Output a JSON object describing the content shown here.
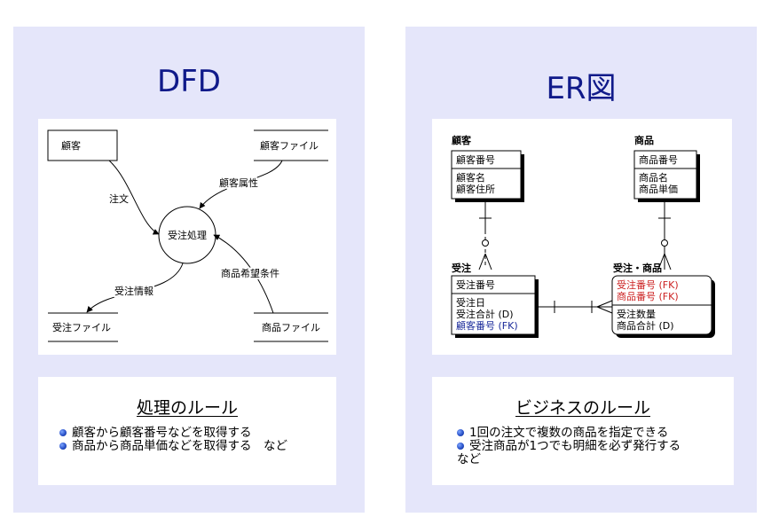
{
  "dfd": {
    "title": "DFD",
    "external_customer": "顧客",
    "store_customer_file": "顧客ファイル",
    "process": "受注処理",
    "store_order_file": "受注ファイル",
    "store_product_file": "商品ファイル",
    "flow_order": "注文",
    "flow_customer_attr": "顧客属性",
    "flow_order_info": "受注情報",
    "flow_product_cond": "商品希望条件"
  },
  "dfd_rule": {
    "title": "処理のルール",
    "items": [
      "顧客から顧客番号などを取得する",
      "商品から商品単価などを取得する　など"
    ]
  },
  "er": {
    "title": "ER図",
    "customer": {
      "name": "顧客",
      "key": "顧客番号",
      "attr1": "顧客名",
      "attr2": "顧客住所"
    },
    "product": {
      "name": "商品",
      "key": "商品番号",
      "attr1": "商品名",
      "attr2": "商品単価"
    },
    "order": {
      "name": "受注",
      "key": "受注番号",
      "attr1": "受注日",
      "attr2": "受注合計 (D)",
      "attr3": "顧客番号 (FK)"
    },
    "order_product": {
      "name": "受注・商品",
      "key1": "受注番号 (FK)",
      "key2": "商品番号 (FK)",
      "attr1": "受注数量",
      "attr2": "商品合計 (D)"
    }
  },
  "er_rule": {
    "title": "ビジネスのルール",
    "items": [
      "1回の注文で複数の商品を指定できる",
      "受注商品が1つでも明細を必ず発行する",
      "など"
    ]
  },
  "colors": {
    "panel_bg": "#e5e6fa",
    "title": "#101a8a",
    "fk_red": "#cc2222",
    "fk_blue": "#1a2a9a"
  }
}
